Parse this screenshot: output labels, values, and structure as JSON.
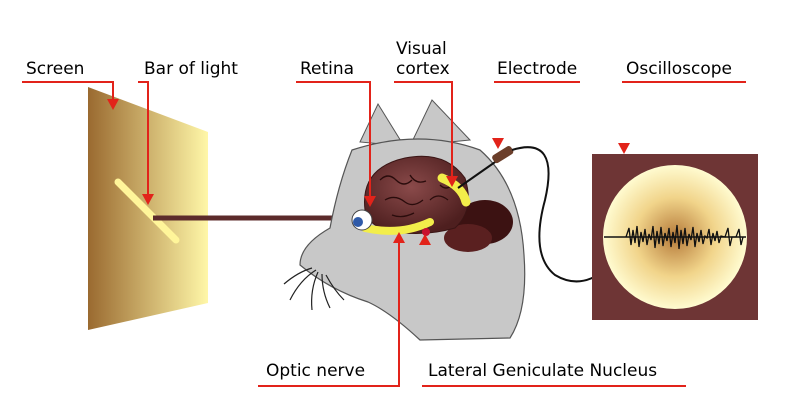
{
  "labels": {
    "screen": "Screen",
    "bar_of_light": "Bar of light",
    "retina": "Retina",
    "visual_cortex_line1": "Visual",
    "visual_cortex_line2": "cortex",
    "electrode": "Electrode",
    "oscilloscope": "Oscilloscope",
    "optic_nerve": "Optic nerve",
    "lgn": "Lateral Geniculate Nucleus"
  },
  "colors": {
    "leader": "#e2231a",
    "screen_dark": "#9a6a30",
    "screen_light": "#fff7a8",
    "cat_fur": "#c8c8c8",
    "brain": "#6b2f2f",
    "pathway": "#f3ee4a",
    "scope_frame": "#6e3535"
  }
}
